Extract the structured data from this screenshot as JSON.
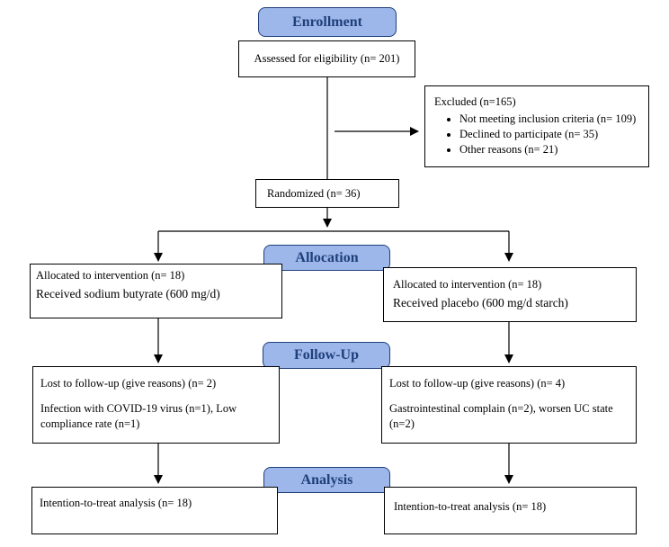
{
  "stages": {
    "enrollment": "Enrollment",
    "allocation": "Allocation",
    "followup": "Follow-Up",
    "analysis": "Analysis"
  },
  "assessed": "Assessed for eligibility (n= 201)",
  "excluded": {
    "title": "Excluded (n=165)",
    "items": [
      "Not meeting inclusion criteria (n= 109)",
      "Declined to participate (n= 35)",
      "Other reasons (n= 21)"
    ]
  },
  "randomized": "Randomized (n= 36)",
  "left_arm": {
    "allocated": "Allocated to intervention (n= 18)",
    "received": "Received sodium butyrate (600 mg/d)",
    "lost": "Lost to follow-up (give reasons) (n= 2)",
    "lost_reasons": "Infection with COVID-19 virus (n=1), Low compliance rate (n=1)",
    "analysis": "Intention-to-treat analysis (n= 18)"
  },
  "right_arm": {
    "allocated": "Allocated to intervention (n= 18)",
    "received": "Received placebo (600 mg/d starch)",
    "lost": "Lost to follow-up (give reasons) (n= 4)",
    "lost_reasons": "Gastrointestinal complain (n=2), worsen UC state (n=2)",
    "analysis": "Intention-to-treat analysis (n= 18)"
  }
}
